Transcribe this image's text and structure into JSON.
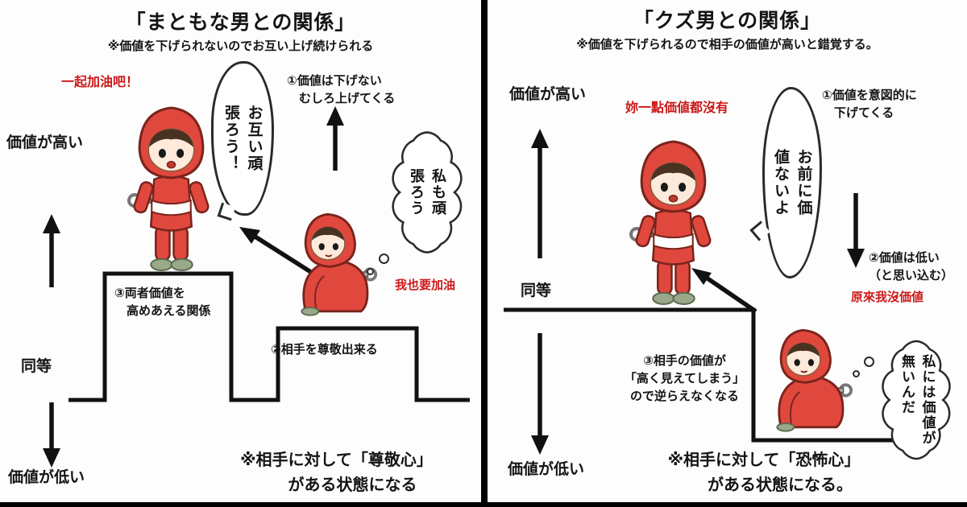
{
  "colors": {
    "annotation_red": "#cc1818",
    "character_red": "#e0483e",
    "character_outline": "#7a241c",
    "line_black": "#111111"
  },
  "left": {
    "title": "「まともな男との関係」",
    "subtitle": "※価値を下げられないのでお互い上げ続けられる",
    "red_note_top": "一起加油吧！",
    "speech_bubble": "お互い頑\n張ろう！",
    "point1": "①価値は下げない\n　むしろ上げてくる",
    "thought_bubble": "私も頑\n張ろう",
    "red_note_bottom": "我也要加油",
    "axis_high": "価値が高い",
    "axis_equal": "同等",
    "axis_low": "価値が低い",
    "point3": "③両者価値を\n　高めあえる関係",
    "point2": "②相手を尊敬出来る",
    "footnote": "※相手に対して「尊敬心」\n　　がある状態になる"
  },
  "right": {
    "title": "「クズ男との関係」",
    "subtitle": "※価値を下げられるので相手の価値が高いと錯覚する。",
    "red_note_top": "妳一點価値都沒有",
    "speech_bubble": "お前に価\n値ないよ",
    "point1": "①価値を意図的に\n　下げてくる",
    "point2": "②価値は低い\n（と思い込む）",
    "red_note_bottom": "原來我沒価値",
    "thought_bubble": "私には価値が\n無いんだ",
    "axis_high": "価値が高い",
    "axis_equal": "同等",
    "axis_low": "価値が低い",
    "point3": "③相手の価値が\n「高く見えてしまう」\nので逆らえなくなる",
    "footnote": "※相手に対して「恐怖心」\n　　がある状態になる。"
  }
}
